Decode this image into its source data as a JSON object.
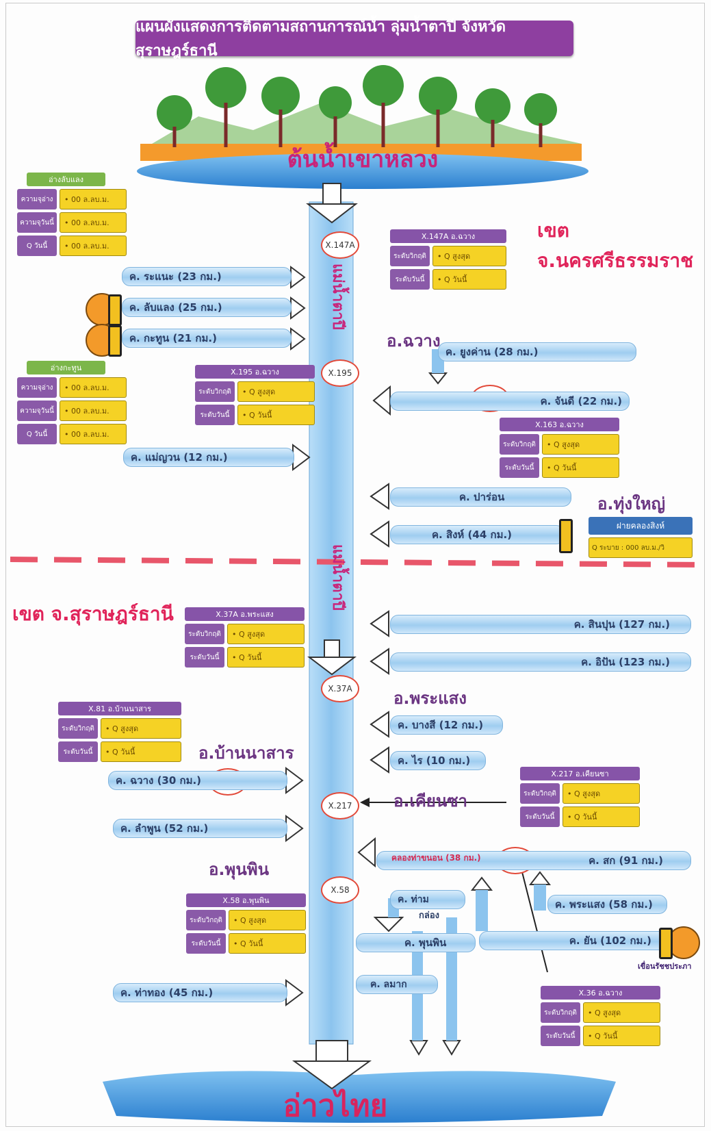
{
  "title": "แผนผังแสดงการติดตามสถานการณ์น้ำ ลุ่มน้ำตาปี จังหวัดสุราษฎร์ธานี",
  "source_label": "ต้นน้ำเขาหลวง",
  "sea_label": "อ่าวไทย",
  "main_river": [
    "แม่น้ำตาปี",
    "แม่น้ำตาปี"
  ],
  "zones": {
    "north": "เขต จ.นครศรีธรรมราช",
    "south": "เขต จ.สุราษฎร์ธานี"
  },
  "districts": [
    "อ.ฉวาง",
    "อ.ทุ่งใหญ่",
    "อ.พระแสง",
    "อ.บ้านนาสาร",
    "อ.เคียนซา",
    "อ.พุนพิน"
  ],
  "stations": [
    "X.147A",
    "X.195",
    "X.163",
    "X.37A",
    "X.81",
    "X.217",
    "X.36",
    "X.58"
  ],
  "tributaries": {
    "left": [
      "ค. ระแนะ (23 กม.)",
      "ค. ลับแลง (25 กม.)",
      "ค. กะทูน (21 กม.)",
      "ค. แม่ญวน (12 กม.)",
      "ค. ฉวาง (30 กม.)",
      "ค. ลำพูน (52 กม.)",
      "ค. ท่าทอง (45 กม.)"
    ],
    "right": [
      "ค. ยูงค่าน (28 กม.)",
      "ค. จันดี (22 กม.)",
      "ค. ปาร่อน",
      "ค. สิงห์ (44 กม.)",
      "ค. สินปุน (127 กม.)",
      "ค. อิปัน (123 กม.)",
      "ค. บางสี (12 กม.)",
      "ค. ไร (10 กม.)",
      "ค. สก (91 กม.)",
      "ค. พระแสง (58 กม.)",
      "ค. ยัน (102 กม.)",
      "ค. ท่าม",
      "กล่อง",
      "ค. พุนพิน",
      "ค. ลมาก"
    ],
    "canal_note": "คลองท่าขนอน (38 กม.)"
  },
  "reservoirs": {
    "lablaeng": {
      "header": "อ่างลับแลง",
      "rows": [
        {
          "label": "ความจุอ่าง",
          "value": "• 00 ล.ลบ.ม."
        },
        {
          "label": "ความจุวันนี้",
          "value": "• 00 ล.ลบ.ม."
        },
        {
          "label": "Q วันนี้",
          "value": "• 00 ล.ลบ.ม."
        }
      ]
    },
    "kathun": {
      "header": "อ่างกะทูน",
      "rows": [
        {
          "label": "ความจุอ่าง",
          "value": "• 00 ล.ลบ.ม."
        },
        {
          "label": "ความจุวันนี้",
          "value": "• 00 ล.ลบ.ม."
        },
        {
          "label": "Q วันนี้",
          "value": "• 00 ล.ลบ.ม."
        }
      ]
    }
  },
  "station_boxes": [
    {
      "header": "X.147A อ.ฉวาง",
      "rows": [
        {
          "label": "ระดับวิกฤติ",
          "value": "• Q สูงสุด"
        },
        {
          "label": "ระดับวันนี้",
          "value": "• Q วันนี้"
        }
      ]
    },
    {
      "header": "X.195 อ.ฉวาง",
      "rows": [
        {
          "label": "ระดับวิกฤติ",
          "value": "• Q สูงสุด"
        },
        {
          "label": "ระดับวันนี้",
          "value": "• Q วันนี้"
        }
      ]
    },
    {
      "header": "X.163 อ.ฉวาง",
      "rows": [
        {
          "label": "ระดับวิกฤติ",
          "value": "• Q สูงสุด"
        },
        {
          "label": "ระดับวันนี้",
          "value": "• Q วันนี้"
        }
      ]
    },
    {
      "header": "X.37A อ.พระแสง",
      "rows": [
        {
          "label": "ระดับวิกฤติ",
          "value": "• Q สูงสุด"
        },
        {
          "label": "ระดับวันนี้",
          "value": "• Q วันนี้"
        }
      ]
    },
    {
      "header": "X.81 อ.บ้านนาสาร",
      "rows": [
        {
          "label": "ระดับวิกฤติ",
          "value": "• Q สูงสุด"
        },
        {
          "label": "ระดับวันนี้",
          "value": "• Q วันนี้"
        }
      ]
    },
    {
      "header": "X.217 อ.เคียนซา",
      "rows": [
        {
          "label": "ระดับวิกฤติ",
          "value": "• Q สูงสุด"
        },
        {
          "label": "ระดับวันนี้",
          "value": "• Q วันนี้"
        }
      ]
    },
    {
      "header": "X.58 อ.พุนพิน",
      "rows": [
        {
          "label": "ระดับวิกฤติ",
          "value": "• Q สูงสุด"
        },
        {
          "label": "ระดับวันนี้",
          "value": "• Q วันนี้"
        }
      ]
    },
    {
      "header": "X.36 อ.ฉวาง",
      "rows": [
        {
          "label": "ระดับวิกฤติ",
          "value": "• Q สูงสุด"
        },
        {
          "label": "ระดับวันนี้",
          "value": "• Q วันนี้"
        }
      ]
    }
  ],
  "barrier": {
    "header": "ฝายคลองสิงห์",
    "value": "Q ระบาย : 000 ลบ.ม./วิ"
  },
  "dam_name": "เขื่อนรัชชประภา",
  "colors": {
    "water": "#9fcdf0",
    "accent": "#c8247a",
    "purple": "#8654a8",
    "yellow": "#f5d225",
    "boundary": "#e8566a"
  }
}
